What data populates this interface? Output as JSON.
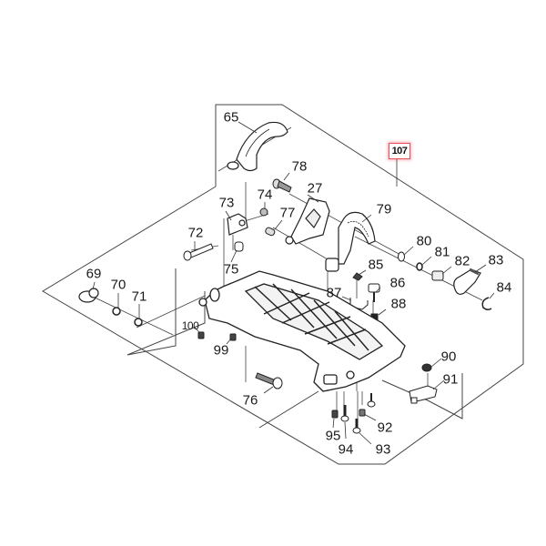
{
  "diagram": {
    "title": "Exploded parts diagram - base plate assembly",
    "assembly_callout": {
      "number": "107",
      "highlight_color": "#e8505b"
    },
    "part_labels": [
      {
        "id": "p65",
        "number": "65"
      },
      {
        "id": "p78",
        "number": "78"
      },
      {
        "id": "p27",
        "number": "27"
      },
      {
        "id": "p73",
        "number": "73"
      },
      {
        "id": "p74",
        "number": "74"
      },
      {
        "id": "p77",
        "number": "77"
      },
      {
        "id": "p79",
        "number": "79"
      },
      {
        "id": "p72",
        "number": "72"
      },
      {
        "id": "p75",
        "number": "75"
      },
      {
        "id": "p80",
        "number": "80"
      },
      {
        "id": "p81",
        "number": "81"
      },
      {
        "id": "p82",
        "number": "82"
      },
      {
        "id": "p83",
        "number": "83"
      },
      {
        "id": "p84",
        "number": "84"
      },
      {
        "id": "p85",
        "number": "85"
      },
      {
        "id": "p86",
        "number": "86"
      },
      {
        "id": "p87",
        "number": "87"
      },
      {
        "id": "p88",
        "number": "88"
      },
      {
        "id": "p69",
        "number": "69"
      },
      {
        "id": "p70",
        "number": "70"
      },
      {
        "id": "p71",
        "number": "71"
      },
      {
        "id": "p100",
        "number": "100"
      },
      {
        "id": "p99",
        "number": "99"
      },
      {
        "id": "p76",
        "number": "76"
      },
      {
        "id": "p90",
        "number": "90"
      },
      {
        "id": "p91",
        "number": "91"
      },
      {
        "id": "p92",
        "number": "92"
      },
      {
        "id": "p95",
        "number": "95"
      },
      {
        "id": "p94",
        "number": "94"
      },
      {
        "id": "p93",
        "number": "93"
      }
    ],
    "line_color": "#333333"
  }
}
